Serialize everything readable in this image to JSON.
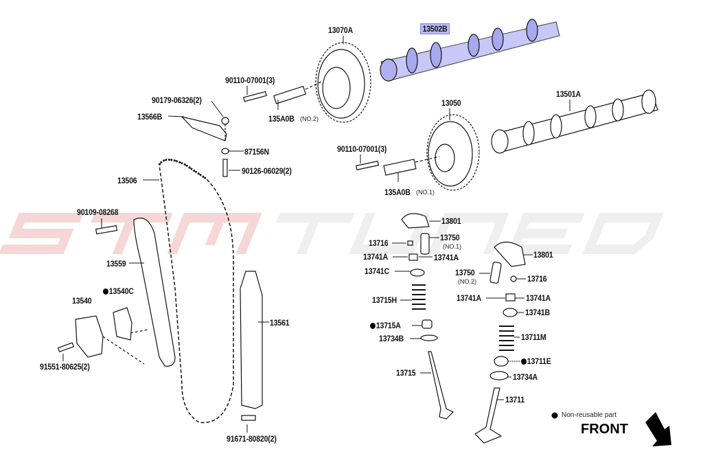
{
  "watermark": "STM TUNED",
  "colors": {
    "highlight": "#b9b9f5",
    "watermark": "#f3d3d3"
  },
  "labels": {
    "vvt_gear_intake": "13070A",
    "camshaft_highlight": "13502B",
    "bolt_top": "90110-07001(3)",
    "nut_top": "90179-06326(2)",
    "bracket": "13566B",
    "ocv_no2": "135A0B",
    "ocv_no2_sub": "(NO.2)",
    "washer": "87156N",
    "stud": "90126-06029(2)",
    "vvt_gear_exhaust": "13050",
    "camshaft_exhaust": "13501A",
    "bolt_mid": "90110-07001(3)",
    "ocv_no1": "135A0B",
    "ocv_no1_sub": "(NO.1)",
    "chain": "13506",
    "bolt_left": "90109-08268",
    "slipper": "13559",
    "tensioner": "13540",
    "gasket": "13540C",
    "damper": "13561",
    "bolt_tensioner": "91551-80625(2)",
    "bolt_damper": "91671-80820(2)",
    "rocker_l": "13801",
    "lash_l": "13750",
    "lash_l_sub": "(NO.1)",
    "cap_l": "13716",
    "key_l1": "13741A",
    "key_l2": "13741A",
    "retainer_l": "13741C",
    "spring_l": "13715H",
    "seal_l": "13715A",
    "seat_l": "13734B",
    "valve_l": "13715",
    "rocker_r": "13801",
    "lash_r": "13750",
    "lash_r_sub": "(NO.2)",
    "cap_r": "13716",
    "key_r1": "13741A",
    "key_r2": "13741A",
    "retainer_r": "13741B",
    "spring_r": "13711M",
    "seal_r": "13711E",
    "seat_r": "13734A",
    "valve_r": "13711"
  },
  "legend": {
    "non_reusable": "Non-reusable part",
    "front": "FRONT"
  }
}
